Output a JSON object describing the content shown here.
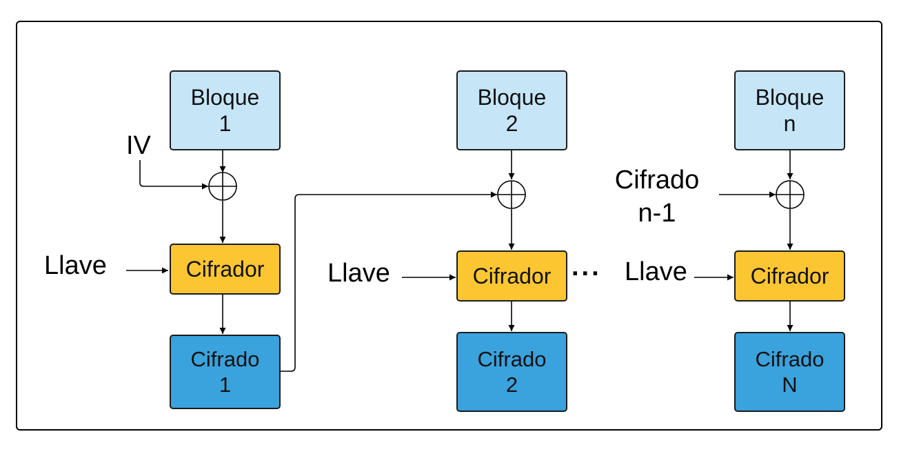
{
  "stages": [
    {
      "block": {
        "line1": "Bloque",
        "line2": "1"
      },
      "cipher": "Cifrador",
      "output": {
        "line1": "Cifrado",
        "line2": "1"
      }
    },
    {
      "block": {
        "line1": "Bloque",
        "line2": "2"
      },
      "cipher": "Cifrador",
      "output": {
        "line1": "Cifrado",
        "line2": "2"
      }
    },
    {
      "block": {
        "line1": "Bloque",
        "line2": "n"
      },
      "cipher": "Cifrador",
      "output": {
        "line1": "Cifrado",
        "line2": "N"
      }
    }
  ],
  "inputs": {
    "iv": "IV",
    "key": "Llave",
    "prev_cipher": {
      "line1": "Cifrado",
      "line2": "n-1"
    }
  },
  "ellipsis": "...",
  "xor_symbol": "xor-circle-plus-icon",
  "colors": {
    "block": "#c6e6f8",
    "cipher": "#fbc632",
    "output": "#3aa2dc",
    "stroke": "#000000"
  }
}
